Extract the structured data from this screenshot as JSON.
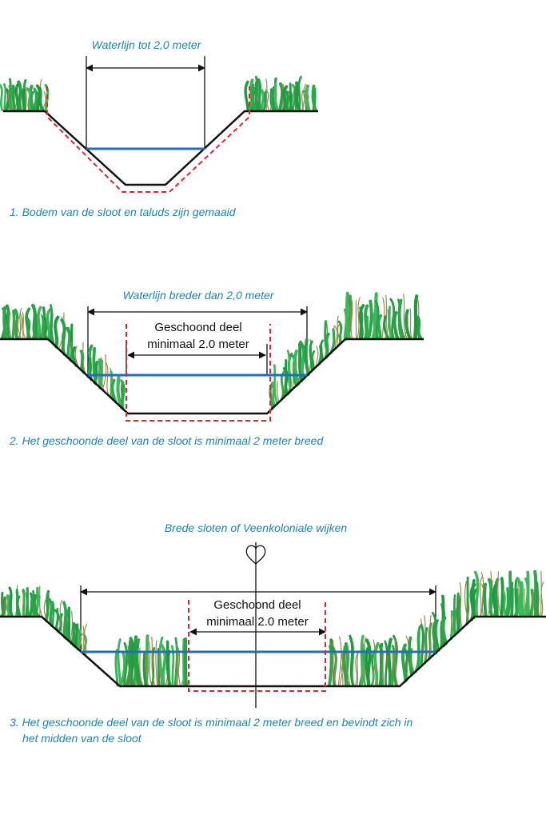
{
  "diagram1": {
    "top_label": "Waterlijn tot 2,0 meter",
    "caption": "1. Bodem van de sloot en taluds zijn gemaaid"
  },
  "diagram2": {
    "top_label": "Waterlijn breder dan 2,0 meter",
    "inner_label_1": "Geschoond deel",
    "inner_label_2": "minimaal 2.0 meter",
    "caption": "2. Het geschoonde deel van de sloot is minimaal 2 meter breed"
  },
  "diagram3": {
    "top_label": "Brede sloten of Veenkoloniale wijken",
    "inner_label_1": "Geschoond deel",
    "inner_label_2": "minimaal 2.0 meter",
    "caption_line1": "3. Het geschoonde deel van de sloot is minimaal 2 meter breed en bevindt zich in",
    "caption_line2": "het midden van de sloot"
  },
  "colors": {
    "text_blue": "#1a86b8",
    "water": "#1f6fc0",
    "cleared_zone": "#e8242a",
    "vegetation": "#2aa84a"
  }
}
